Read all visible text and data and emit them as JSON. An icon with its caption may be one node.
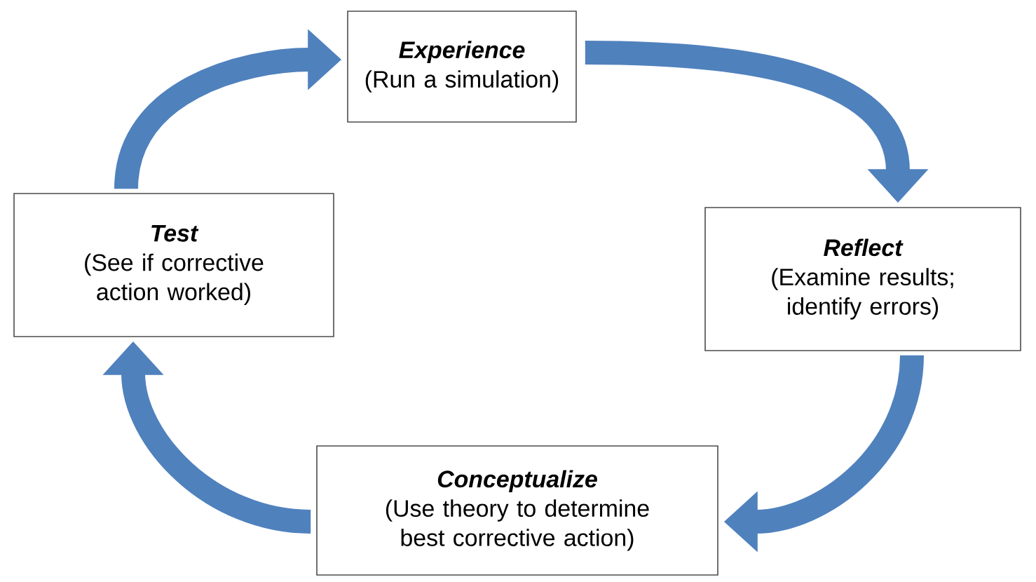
{
  "diagram": {
    "nodes": [
      {
        "text": [
          "Experience",
          "(Run a simulation)"
        ]
      },
      {
        "text": [
          "Reflect",
          "(Examine results; identify errors)"
        ]
      },
      {
        "text": [
          "Conceptualize",
          "(Use theory to determine best corrective action)"
        ]
      },
      {
        "text": [
          "Test",
          "(See if corrective action worked)"
        ]
      }
    ],
    "edges": [
      {
        "from": 0,
        "to": 1,
        "arrow": "to"
      },
      {
        "from": 1,
        "to": 2,
        "arrow": "to"
      },
      {
        "from": 2,
        "to": 3,
        "arrow": "to"
      },
      {
        "from": 3,
        "to": 0,
        "arrow": "to"
      }
    ]
  }
}
